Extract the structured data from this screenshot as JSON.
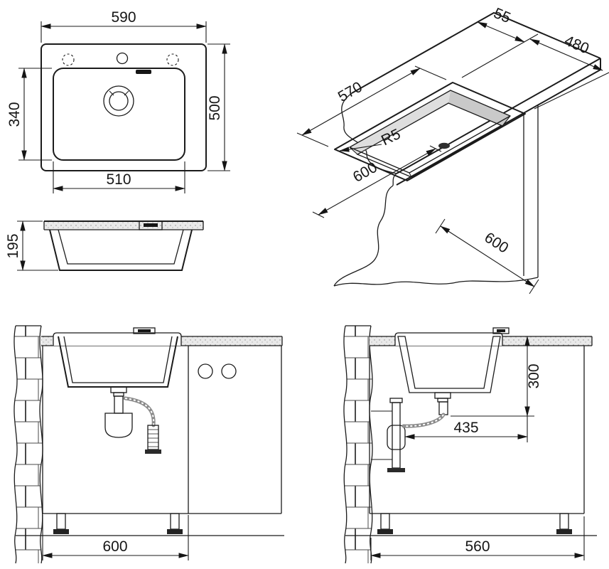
{
  "meta": {
    "background": "#ffffff",
    "line_color": "#1b1b1b"
  },
  "drawing": {
    "plan": {
      "width": "590",
      "depth": "500",
      "bowl_length": "340",
      "bowl_width": "510"
    },
    "section": {
      "bowl_depth": "195"
    },
    "iso": {
      "rim_back_offset": "55",
      "cutout_depth": "480",
      "cutout_width": "570",
      "corner_radius": "R5",
      "counter_length": "600",
      "cabinet_depth": "600"
    },
    "front_install": {
      "cabinet_width": "600"
    },
    "side_install": {
      "sink_height": "300",
      "drain_offset": "435",
      "cabinet_depth": "560"
    }
  }
}
